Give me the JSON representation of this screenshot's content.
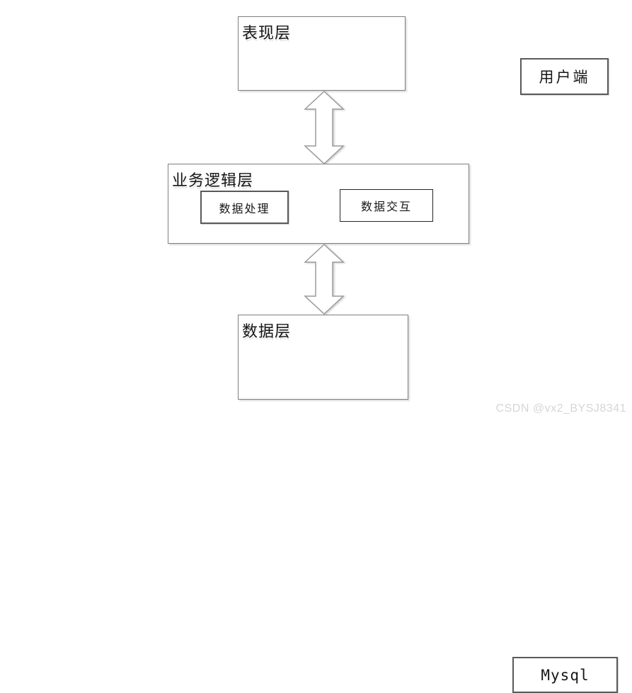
{
  "diagram": {
    "title": "three-tier-architecture",
    "layers": [
      {
        "label": "表现层",
        "boxes": [
          {
            "label": "用户端"
          }
        ]
      },
      {
        "label": "业务逻辑层",
        "boxes": [
          {
            "label": "数据处理"
          },
          {
            "label": "数据交互"
          }
        ]
      },
      {
        "label": "数据层",
        "boxes": [
          {
            "label": "Mysql"
          }
        ]
      }
    ],
    "connectors": [
      {
        "from": "表现层",
        "to": "业务逻辑层",
        "type": "double-arrow"
      },
      {
        "from": "业务逻辑层",
        "to": "数据层",
        "type": "double-arrow"
      }
    ]
  },
  "watermark": "CSDN @vx2_BYSJ8341",
  "colors": {
    "background": "#ffffff",
    "outer_border": "#7f7f7f",
    "inner_border": "#595959",
    "arrow_stroke": "#9b9b9b",
    "text": "#161616",
    "watermark": "#d6d6d6"
  }
}
